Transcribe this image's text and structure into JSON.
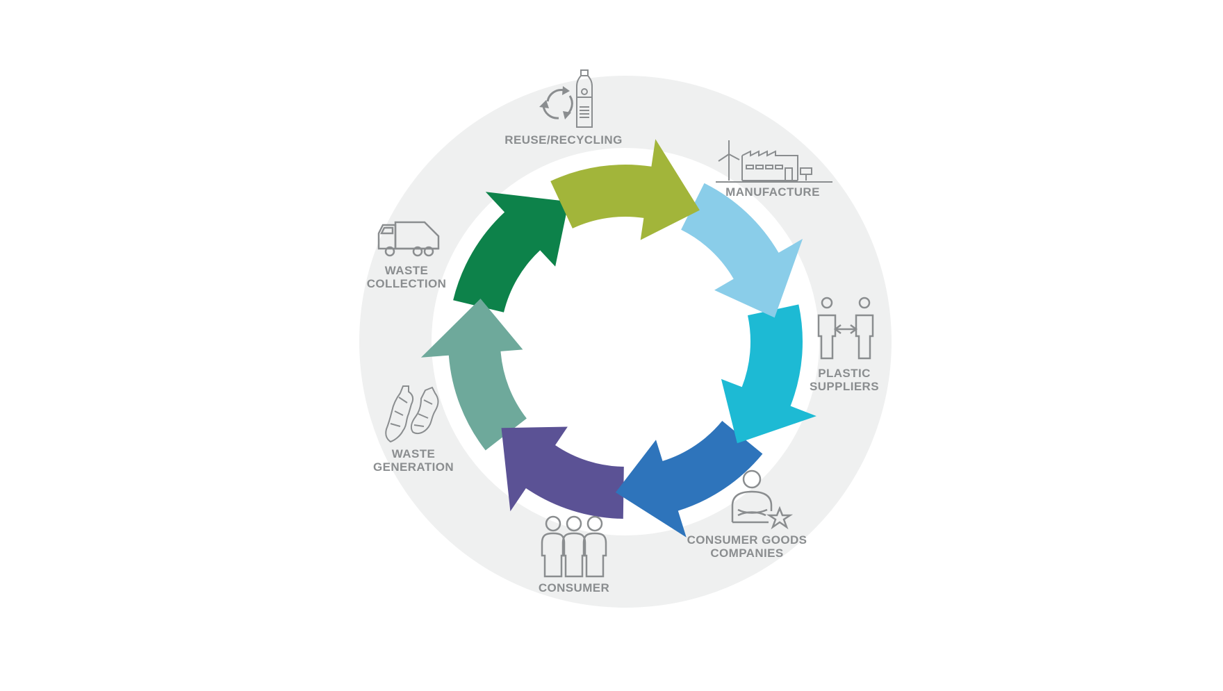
{
  "colors": {
    "background_ring": "#eff0f0",
    "icon_stroke": "#8a8d8f",
    "label_text": "#8a8d8f",
    "arrows": [
      "#a2b53a",
      "#8acde9",
      "#1dbad4",
      "#2e74bb",
      "#5b5295",
      "#6ea99b",
      "#0d824a"
    ]
  },
  "stages": [
    {
      "id": "reuse",
      "lines": [
        "REUSE/RECYCLING"
      ],
      "icon": "recycle-bottle-icon"
    },
    {
      "id": "manufacture",
      "lines": [
        "MANUFACTURE"
      ],
      "icon": "factory-wind-turbine-icon"
    },
    {
      "id": "plastic-suppliers",
      "lines": [
        "PLASTIC",
        "SUPPLIERS"
      ],
      "icon": "exchange-people-icon"
    },
    {
      "id": "consumer-goods",
      "lines": [
        "CONSUMER GOODS",
        "COMPANIES"
      ],
      "icon": "person-star-icon"
    },
    {
      "id": "consumer",
      "lines": [
        "CONSUMER"
      ],
      "icon": "group-people-icon"
    },
    {
      "id": "waste-generation",
      "lines": [
        "WASTE",
        "GENERATION"
      ],
      "icon": "crushed-bottles-icon"
    },
    {
      "id": "waste-collection",
      "lines": [
        "WASTE",
        "COLLECTION"
      ],
      "icon": "garbage-truck-icon"
    }
  ]
}
